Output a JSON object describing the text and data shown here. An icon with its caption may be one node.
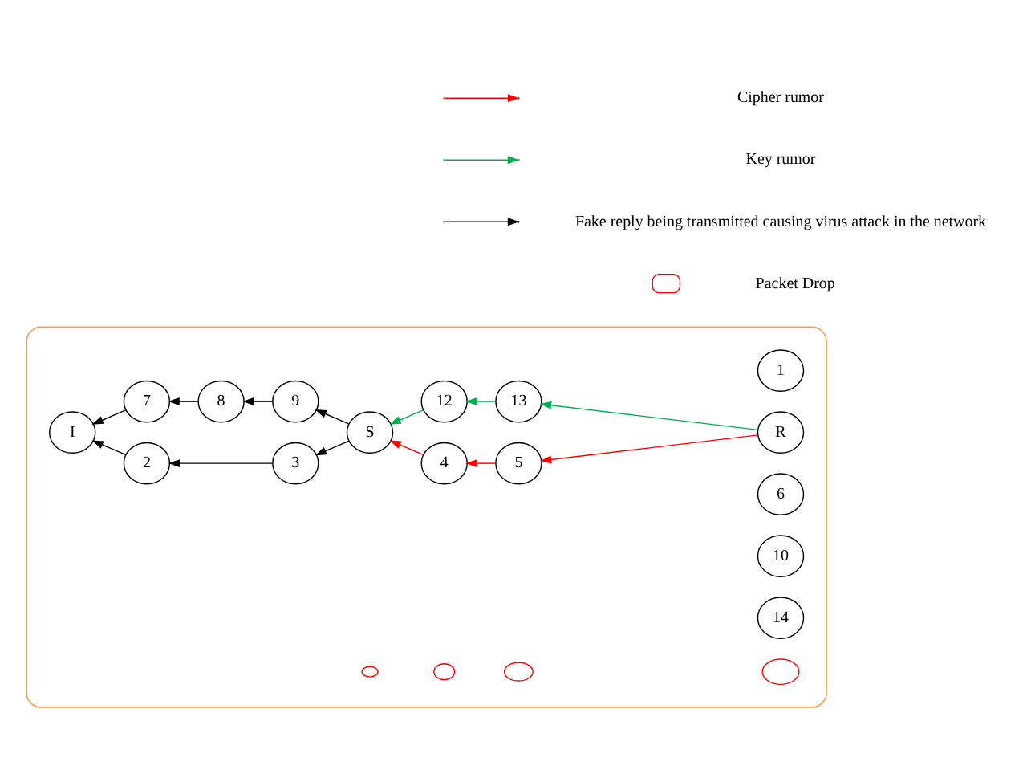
{
  "diagram": {
    "nodes": [
      {
        "text": [],
        "shape": "ellipse"
      },
      {
        "text": [
          "1"
        ],
        "in": 0
      },
      {
        "text": [
          "2"
        ],
        "in": 0
      },
      {
        "text": [
          "3"
        ],
        "in": 0
      },
      {
        "text": [
          "5"
        ],
        "in": 0
      },
      {
        "text": [
          "4"
        ],
        "in": 0
      },
      {
        "text": [
          "I"
        ],
        "in": 0
      },
      {
        "text": [
          "S"
        ],
        "in": 0
      },
      {
        "text": [
          "R"
        ],
        "in": 0
      },
      {
        "text": [
          "6"
        ],
        "in": 0
      },
      {
        "text": [
          "7"
        ],
        "in": 0
      },
      {
        "text": [
          "9"
        ],
        "in": 0
      },
      {
        "text": [
          "12"
        ],
        "in": 0
      },
      {
        "text": [
          "13"
        ],
        "in": 0
      },
      {
        "text": [
          "8"
        ],
        "in": 0
      },
      {
        "text": [
          "10"
        ],
        "in": 0
      },
      {
        "text": [
          "14"
        ],
        "in": 0
      },
      {
        "text": [],
        "shape": "ellipse",
        "in": 0
      },
      {
        "text": [],
        "shape": "ellipse",
        "in": 0
      },
      {
        "text": [],
        "shape": "ellipse",
        "in": 0
      },
      {
        "text": [],
        "shape": "ellipse",
        "in": 0
      }
    ],
    "edges": [
      {
        "from": 8,
        "to": 4,
        "arrow": "to",
        "color": "#ff0000"
      },
      {
        "from": 4,
        "to": 5,
        "arrow": "to",
        "color": "#ff0000"
      },
      {
        "from": 5,
        "to": 7,
        "arrow": "to",
        "color": "#ff0000"
      },
      {
        "from": 8,
        "to": 13,
        "arrow": "to",
        "color": "#00b050"
      },
      {
        "from": 13,
        "to": 12,
        "arrow": "to",
        "color": "#00b050"
      },
      {
        "from": 12,
        "to": 7,
        "arrow": "to",
        "color": "#00b050"
      },
      {
        "from": 7,
        "to": 3,
        "arrow": "to"
      },
      {
        "from": 3,
        "to": 2,
        "arrow": "to"
      },
      {
        "from": 2,
        "to": 6,
        "arrow": "to"
      },
      {
        "from": 7,
        "to": 11,
        "arrow": "to"
      },
      {
        "from": 11,
        "to": 14,
        "arrow": "to"
      },
      {
        "from": 14,
        "to": 10,
        "arrow": "to"
      },
      {
        "from": 10,
        "to": 6,
        "arrow": "to"
      }
    ],
    "legend": [
      {
        "text": "Cipher rumor"
      },
      {
        "text": "Key rumor"
      },
      {
        "text": "Fake reply being transmitted causing virus attack in the network"
      },
      {
        "text": "Packet Drop"
      }
    ]
  }
}
